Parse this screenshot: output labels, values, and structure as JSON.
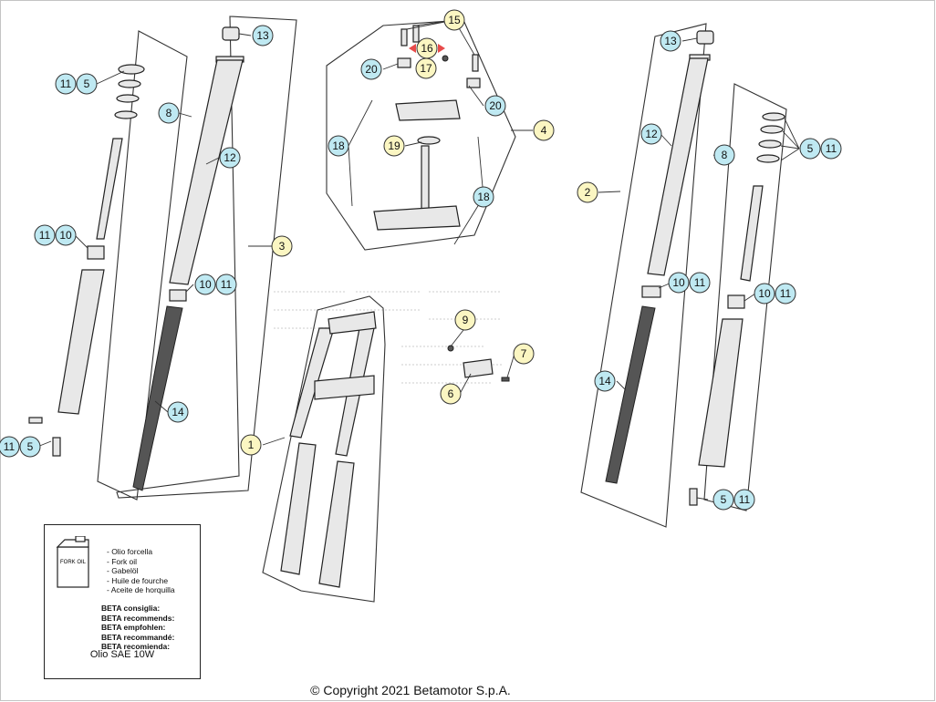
{
  "callouts": [
    {
      "id": "c13a",
      "label": "13",
      "bg": "#bfe9f2"
    },
    {
      "id": "c11a",
      "label": "11",
      "bg": "#bfe9f2"
    },
    {
      "id": "c5a",
      "label": "5",
      "bg": "#bfe9f2"
    },
    {
      "id": "c8a",
      "label": "8",
      "bg": "#bfe9f2"
    },
    {
      "id": "c12a",
      "label": "12",
      "bg": "#bfe9f2"
    },
    {
      "id": "c3",
      "label": "3",
      "bg": "#fbf6c2"
    },
    {
      "id": "c11b",
      "label": "11",
      "bg": "#bfe9f2"
    },
    {
      "id": "c10a",
      "label": "10",
      "bg": "#bfe9f2"
    },
    {
      "id": "c10b",
      "label": "10",
      "bg": "#bfe9f2"
    },
    {
      "id": "c11c",
      "label": "11",
      "bg": "#bfe9f2"
    },
    {
      "id": "c14a",
      "label": "14",
      "bg": "#bfe9f2"
    },
    {
      "id": "c11d",
      "label": "11",
      "bg": "#bfe9f2"
    },
    {
      "id": "c5b",
      "label": "5",
      "bg": "#bfe9f2"
    },
    {
      "id": "c15",
      "label": "15",
      "bg": "#fbf6c2"
    },
    {
      "id": "c16",
      "label": "16",
      "bg": "#fbf6c2"
    },
    {
      "id": "c17",
      "label": "17",
      "bg": "#fbf6c2"
    },
    {
      "id": "c20a",
      "label": "20",
      "bg": "#bfe9f2"
    },
    {
      "id": "c20b",
      "label": "20",
      "bg": "#bfe9f2"
    },
    {
      "id": "c4",
      "label": "4",
      "bg": "#fbf6c2"
    },
    {
      "id": "c18a",
      "label": "18",
      "bg": "#bfe9f2"
    },
    {
      "id": "c19",
      "label": "19",
      "bg": "#fbf6c2"
    },
    {
      "id": "c18b",
      "label": "18",
      "bg": "#bfe9f2"
    },
    {
      "id": "c9",
      "label": "9",
      "bg": "#fbf6c2"
    },
    {
      "id": "c7",
      "label": "7",
      "bg": "#fbf6c2"
    },
    {
      "id": "c6",
      "label": "6",
      "bg": "#fbf6c2"
    },
    {
      "id": "c1",
      "label": "1",
      "bg": "#fbf6c2"
    },
    {
      "id": "c13b",
      "label": "13",
      "bg": "#bfe9f2"
    },
    {
      "id": "c12b",
      "label": "12",
      "bg": "#bfe9f2"
    },
    {
      "id": "c8b",
      "label": "8",
      "bg": "#bfe9f2"
    },
    {
      "id": "c2",
      "label": "2",
      "bg": "#fbf6c2"
    },
    {
      "id": "c5c",
      "label": "5",
      "bg": "#bfe9f2"
    },
    {
      "id": "c11e",
      "label": "11",
      "bg": "#bfe9f2"
    },
    {
      "id": "c10c",
      "label": "10",
      "bg": "#bfe9f2"
    },
    {
      "id": "c11f",
      "label": "11",
      "bg": "#bfe9f2"
    },
    {
      "id": "c10d",
      "label": "10",
      "bg": "#bfe9f2"
    },
    {
      "id": "c11g",
      "label": "11",
      "bg": "#bfe9f2"
    },
    {
      "id": "c14b",
      "label": "14",
      "bg": "#bfe9f2"
    },
    {
      "id": "c5d",
      "label": "5",
      "bg": "#bfe9f2"
    },
    {
      "id": "c11h",
      "label": "11",
      "bg": "#bfe9f2"
    }
  ],
  "oil_box": {
    "can_label": "FORK OIL",
    "names": [
      "- Olio forcella",
      "- Fork oil",
      "- Gabelöl",
      "- Huile de fourche",
      "- Aceite de horquilla"
    ],
    "recommends": [
      "BETA consiglia:",
      "BETA recommends:",
      "BETA empfohlen:",
      "BETA recommandé:",
      "BETA recomienda:"
    ],
    "grade": "Olio SAE 10W"
  },
  "copyright": "© Copyright 2021 Betamotor S.p.A.",
  "colors": {
    "blue_callout": "#bfe9f2",
    "yellow_callout": "#fbf6c2",
    "highlight": "#e84a4a"
  }
}
